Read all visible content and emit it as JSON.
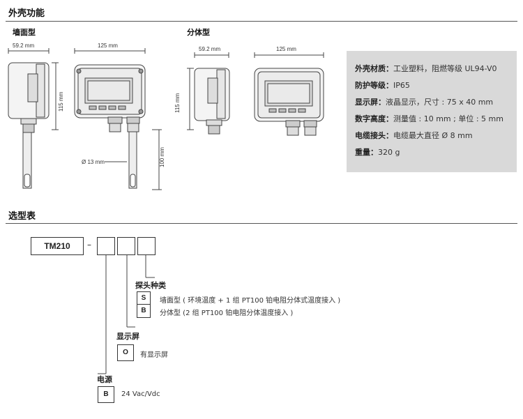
{
  "sections": {
    "housing_title": "外壳功能",
    "selection_title": "选型表"
  },
  "wall_type": {
    "label": "墙面型",
    "dim_side_width": "59.2 mm",
    "dim_front_width": "125 mm",
    "dim_height": "115 mm",
    "dim_probe_diameter": "Ø 13 mm",
    "dim_probe_length": "100 mm"
  },
  "split_type": {
    "label": "分体型",
    "dim_side_width": "59.2 mm",
    "dim_front_width": "125 mm",
    "dim_height": "115 mm"
  },
  "specs": [
    {
      "key": "外壳材质",
      "value": "工业塑料，阻燃等级 UL94-V0"
    },
    {
      "key": "防护等级",
      "value": "IP65"
    },
    {
      "key": "显示屏",
      "value": "液晶显示，尺寸 : 75 x 40 mm"
    },
    {
      "key": "数字高度",
      "value": "测量值 : 10 mm ; 单位 : 5 mm"
    },
    {
      "key": "电缆接头",
      "value": "电缆最大直径  Ø 8 mm"
    },
    {
      "key": "重量",
      "value": "320 g"
    }
  ],
  "model": {
    "name": "TM210",
    "dash": "–",
    "probe": {
      "title": "探头种类",
      "options": [
        {
          "code": "S",
          "desc": "墙面型 ( 环境温度 + 1 组  PT100 铂电阻分体式温度接入 )"
        },
        {
          "code": "B",
          "desc": "分体型 (2 组  PT100  铂电阻分体温度接入 )"
        }
      ]
    },
    "display": {
      "title": "显示屏",
      "options": [
        {
          "code": "O",
          "desc": "有显示屏"
        }
      ]
    },
    "power": {
      "title": "电源",
      "options": [
        {
          "code": "B",
          "desc": "24 Vac/Vdc"
        }
      ]
    }
  }
}
